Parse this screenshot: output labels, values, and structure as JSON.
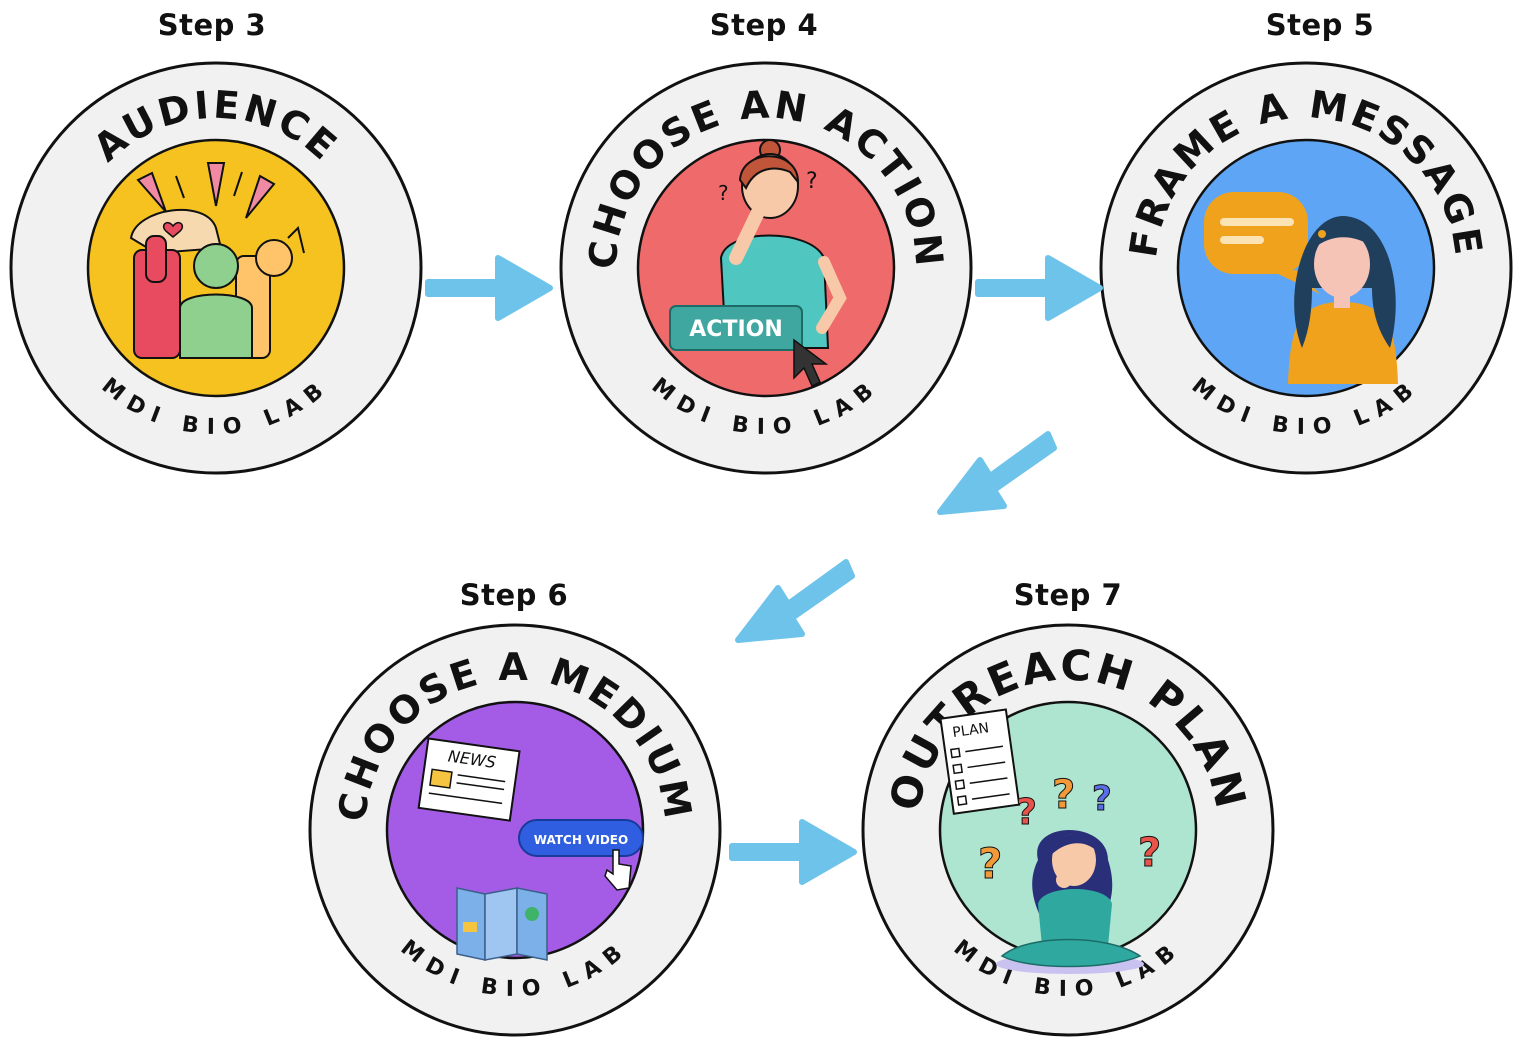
{
  "colors": {
    "arrow": "#6ec3ea",
    "ring_fill": "#f1f1f1",
    "ring_stroke": "#111111",
    "audience_fill": "#f5c21f",
    "action_fill": "#ef6b6b",
    "message_fill": "#5ea6f5",
    "medium_fill": "#a45ce6",
    "plan_fill": "#aee5d0"
  },
  "steps": [
    {
      "label": "Step 3",
      "title": "AUDIENCE",
      "footer": "MDI BIO LAB",
      "icon": "cheering-crowd-icon"
    },
    {
      "label": "Step 4",
      "title": "CHOOSE AN ACTION",
      "footer": "MDI BIO LAB",
      "icon": "thinking-person-icon",
      "button_text": "ACTION"
    },
    {
      "label": "Step 5",
      "title": "FRAME A MESSAGE",
      "footer": "MDI BIO LAB",
      "icon": "speech-bubble-person-icon"
    },
    {
      "label": "Step 6",
      "title": "CHOOSE A MEDIUM",
      "footer": "MDI BIO LAB",
      "icon": "media-icon",
      "news_text": "NEWS",
      "video_text": "WATCH VIDEO"
    },
    {
      "label": "Step 7",
      "title": "OUTREACH PLAN",
      "footer": "MDI BIO LAB",
      "icon": "planning-person-icon",
      "plan_text": "PLAN"
    }
  ]
}
